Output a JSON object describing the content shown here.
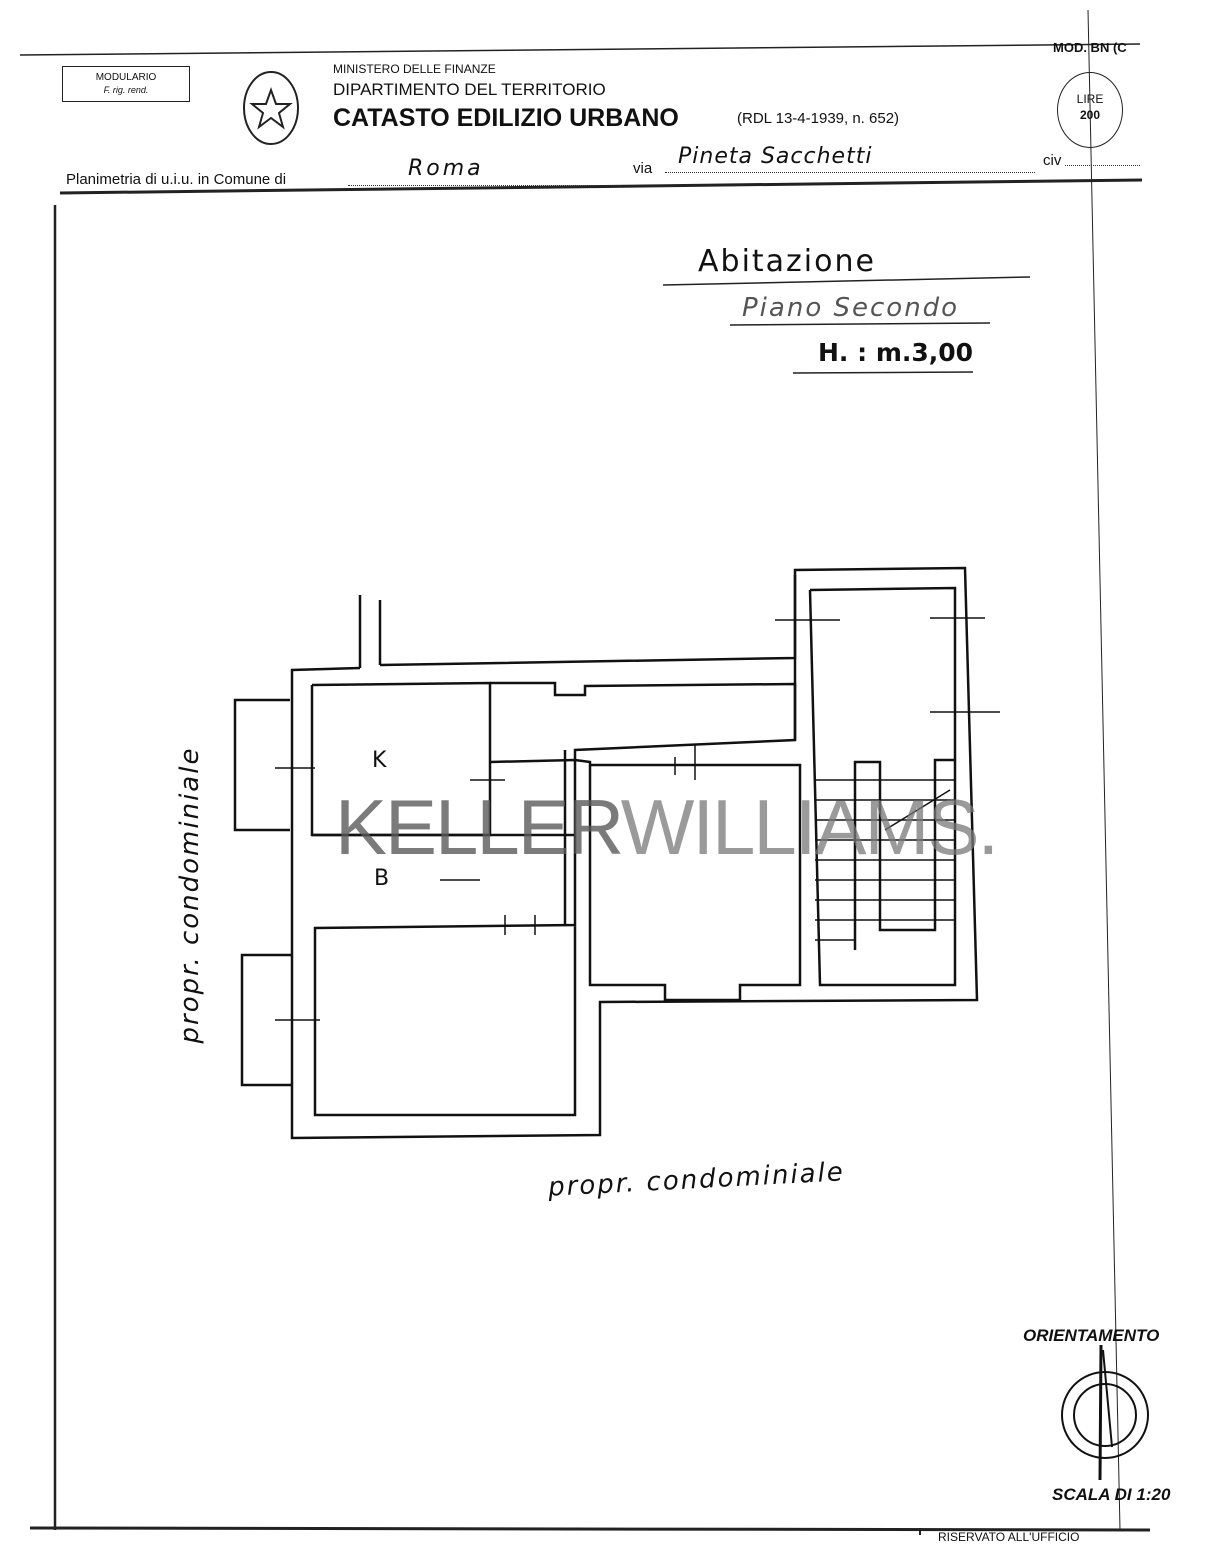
{
  "header": {
    "modulario_line1": "MODULARIO",
    "modulario_line2": "F. rig. rend.",
    "ministry": "MINISTERO DELLE FINANZE",
    "department": "DIPARTIMENTO DEL TERRITORIO",
    "title": "CATASTO EDILIZIO URBANO",
    "law": "(RDL 13-4-1939, n. 652)",
    "model": "MOD. BN (C",
    "stamp_line1": "LIRE",
    "stamp_line2": "200"
  },
  "form": {
    "prefix": "Planimetria di u.i.u. in Comune di",
    "comune": "Roma",
    "via_label": "via",
    "via": "Pineta Sacchetti",
    "civ_label": "civ"
  },
  "plan": {
    "title": "Abitazione",
    "floor": "Piano Secondo",
    "height": "H. : m.3,00",
    "room_k": "K",
    "room_b": "B",
    "left_note": "propr. condominiale",
    "bottom_note": "propr. condominiale"
  },
  "watermark": {
    "part1": "KELLER",
    "part2": "WILLIAMS."
  },
  "footer": {
    "orientation": "ORIENTAMENTO",
    "scale": "SCALA DI 1:20",
    "office": "RISERVATO ALL'UFFICIO"
  }
}
